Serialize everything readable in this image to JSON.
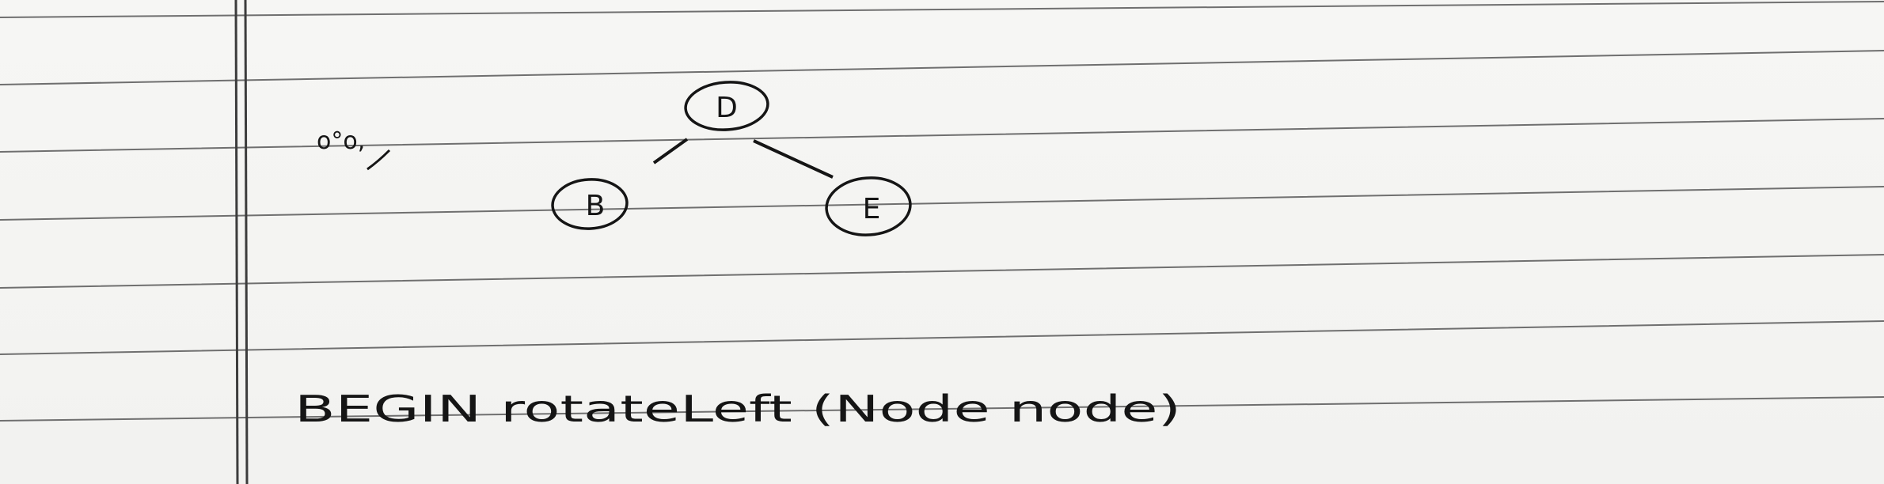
{
  "tree": {
    "root_label": "D",
    "left_label": "B",
    "right_label": "E"
  },
  "margin_note": "o°o,",
  "code_line": "BEGIN rotateLeft (Node node)"
}
